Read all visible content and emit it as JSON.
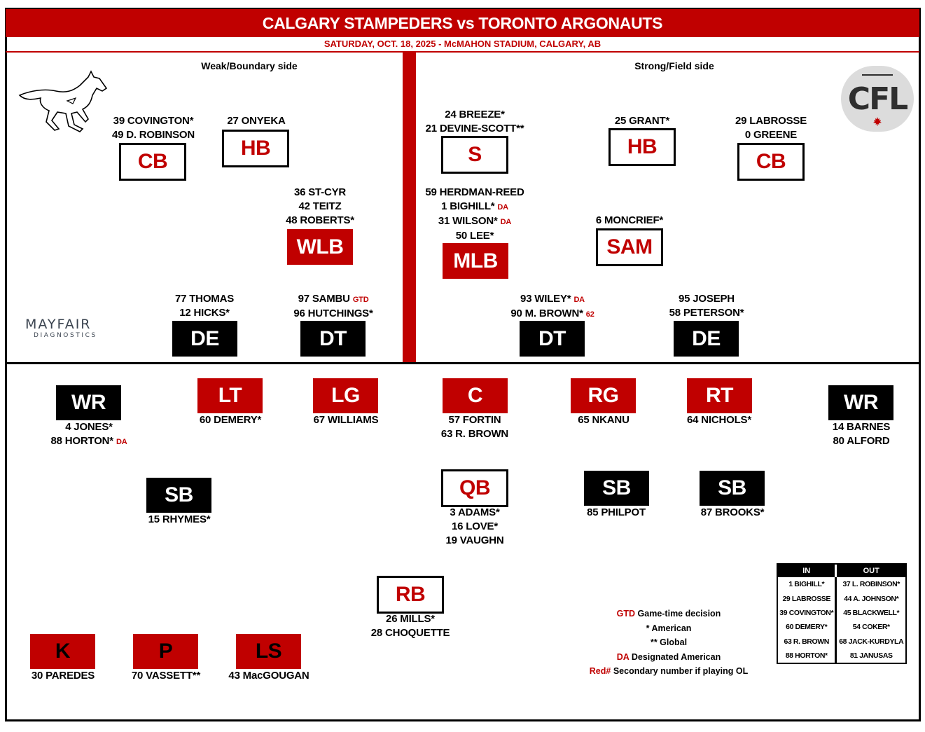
{
  "header": {
    "title": "CALGARY STAMPEDERS vs TORONTO ARGONAUTS",
    "subtitle": "SATURDAY, OCT. 18, 2025 - McMAHON STADIUM, CALGARY, AB"
  },
  "defense": {
    "weak_side_label": "Weak/Boundary side",
    "strong_side_label": "Strong/Field side",
    "cb_left": {
      "pos": "CB",
      "names": [
        "39 COVINGTON*",
        "49 D. ROBINSON"
      ]
    },
    "hb_left": {
      "pos": "HB",
      "names": [
        "27 ONYEKA"
      ]
    },
    "wlb": {
      "pos": "WLB",
      "names": [
        "36 ST-CYR",
        "42 TEITZ",
        "48 ROBERTS*"
      ]
    },
    "s": {
      "pos": "S",
      "names": [
        "24 BREEZE*",
        "21 DEVINE-SCOTT**"
      ]
    },
    "mlb": {
      "pos": "MLB",
      "names": [
        "59 HERDMAN-REED",
        "1 BIGHILL*",
        "31 WILSON*",
        "50 LEE*"
      ],
      "tags": [
        "",
        "DA",
        "DA",
        ""
      ]
    },
    "hb_right": {
      "pos": "HB",
      "names": [
        "25 GRANT*"
      ]
    },
    "cb_right": {
      "pos": "CB",
      "names": [
        "29 LABROSSE",
        "0 GREENE"
      ]
    },
    "sam": {
      "pos": "SAM",
      "names": [
        "6 MONCRIEF*"
      ]
    },
    "de_left": {
      "pos": "DE",
      "names": [
        "77 THOMAS",
        "12 HICKS*"
      ]
    },
    "dt_left": {
      "pos": "DT",
      "names": [
        "97 SAMBU",
        "96 HUTCHINGS*"
      ],
      "tags": [
        "GTD",
        ""
      ]
    },
    "dt_right": {
      "pos": "DT",
      "names": [
        "93 WILEY*",
        "90 M. BROWN*"
      ],
      "tags": [
        "DA",
        "62"
      ]
    },
    "de_right": {
      "pos": "DE",
      "names": [
        "95 JOSEPH",
        "58 PETERSON*"
      ]
    }
  },
  "offense": {
    "wr_left": {
      "pos": "WR",
      "names": [
        "4 JONES*",
        "88 HORTON*"
      ],
      "tags": [
        "",
        "DA"
      ]
    },
    "lt": {
      "pos": "LT",
      "names": [
        "60 DEMERY*"
      ]
    },
    "lg": {
      "pos": "LG",
      "names": [
        "67 WILLIAMS"
      ]
    },
    "c": {
      "pos": "C",
      "names": [
        "57 FORTIN",
        "63 R. BROWN"
      ]
    },
    "rg": {
      "pos": "RG",
      "names": [
        "65 NKANU"
      ]
    },
    "rt": {
      "pos": "RT",
      "names": [
        "64 NICHOLS*"
      ]
    },
    "wr_right": {
      "pos": "WR",
      "names": [
        "14 BARNES",
        "80 ALFORD"
      ]
    },
    "sb_left": {
      "pos": "SB",
      "names": [
        "15 RHYMES*"
      ]
    },
    "qb": {
      "pos": "QB",
      "names": [
        "3 ADAMS*",
        "16 LOVE*",
        "19 VAUGHN"
      ]
    },
    "sb_mid": {
      "pos": "SB",
      "names": [
        "85 PHILPOT"
      ]
    },
    "sb_right": {
      "pos": "SB",
      "names": [
        "87 BROOKS*"
      ]
    },
    "rb": {
      "pos": "RB",
      "names": [
        "26 MILLS*",
        "28 CHOQUETTE"
      ]
    }
  },
  "special_teams": {
    "k": {
      "pos": "K",
      "names": [
        "30 PAREDES"
      ]
    },
    "p": {
      "pos": "P",
      "names": [
        "70 VASSETT**"
      ]
    },
    "ls": {
      "pos": "LS",
      "names": [
        "43 MacGOUGAN"
      ]
    }
  },
  "legend": {
    "gtd_key": "GTD",
    "gtd_text": "Game-time decision",
    "american": "* American",
    "global": "** Global",
    "da_key": "DA",
    "da_text": "Designated American",
    "red_key": "Red#",
    "red_text": "Secondary number if playing OL"
  },
  "roster_changes": {
    "in_header": "IN",
    "out_header": "OUT",
    "rows": [
      [
        "1 BIGHILL*",
        "37 L. ROBINSON*"
      ],
      [
        "29 LABROSSE",
        "44 A. JOHNSON*"
      ],
      [
        "39 COVINGTON*",
        "45 BLACKWELL*"
      ],
      [
        "60 DEMERY*",
        "54 COKER*"
      ],
      [
        "63 R. BROWN",
        "68 JACK-KURDYLA"
      ],
      [
        "88 HORTON*",
        "81 JANUSAS"
      ]
    ]
  },
  "logos": {
    "cfl": "CFL",
    "sponsor_name": "MAYFAIR",
    "sponsor_sub": "DIAGNOSTICS",
    "team_logo": "horse-icon",
    "leaf": "maple-leaf-icon"
  },
  "colors": {
    "red": "#c00000",
    "black": "#000000"
  }
}
